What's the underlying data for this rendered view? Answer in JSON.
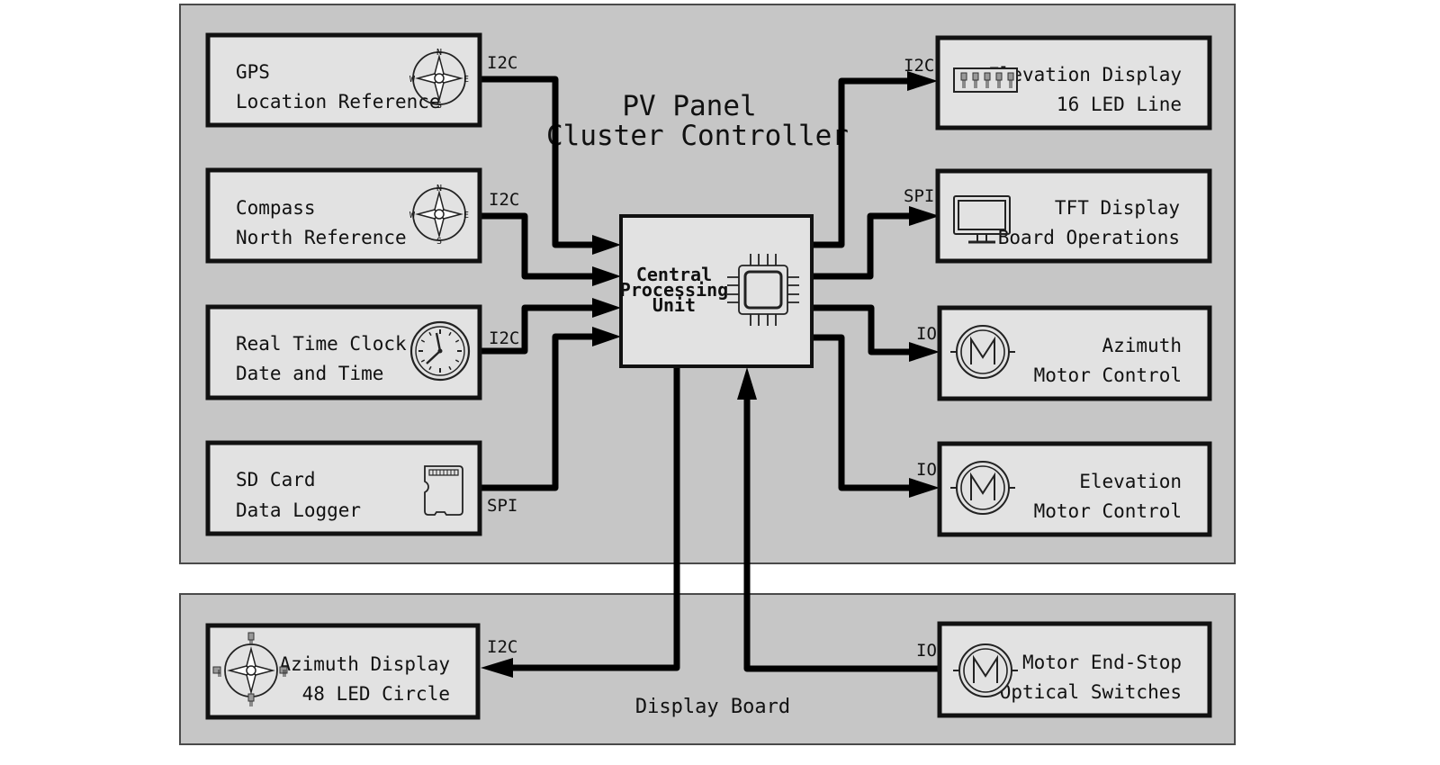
{
  "title_lines": [
    "PV Panel",
    "Cluster Controller"
  ],
  "display_board_label": "Display Board",
  "cpu_lines": [
    "Central",
    "Processing",
    "Unit"
  ],
  "modules": {
    "gps": {
      "line1": "GPS",
      "line2": "Location Reference",
      "bus": "I2C"
    },
    "compass": {
      "line1": "Compass",
      "line2": "North Reference",
      "bus": "I2C"
    },
    "rtc": {
      "line1": "Real Time Clock",
      "line2": "Date and Time",
      "bus": "I2C"
    },
    "sd": {
      "line1": "SD Card",
      "line2": "Data Logger",
      "bus": "SPI"
    },
    "elev_disp": {
      "line1": "Elevation Display",
      "line2": "16 LED Line",
      "bus": "I2C"
    },
    "tft": {
      "line1": "TFT Display",
      "line2": "Board Operations",
      "bus": "SPI"
    },
    "az_motor": {
      "line1": "Azimuth",
      "line2": "Motor Control",
      "bus": "IO"
    },
    "el_motor": {
      "line1": "Elevation",
      "line2": "Motor Control",
      "bus": "IO"
    },
    "az_disp": {
      "line1": "Azimuth Display",
      "line2": "48 LED Circle",
      "bus": "I2C"
    },
    "endstop": {
      "line1": "Motor End-Stop",
      "line2": "Optical Switches",
      "bus": "IO"
    }
  },
  "compass_letters": {
    "n": "N",
    "s": "S",
    "e": "E",
    "w": "W"
  },
  "motor_letter": "M",
  "icons": {
    "gps": "compass-rose-icon",
    "compass": "compass-rose-icon",
    "rtc": "clock-icon",
    "sd": "sd-card-icon",
    "elev_disp": "led-line-icon",
    "tft": "monitor-icon",
    "motor": "motor-icon",
    "cpu": "chip-icon",
    "az_disp": "led-compass-icon"
  }
}
